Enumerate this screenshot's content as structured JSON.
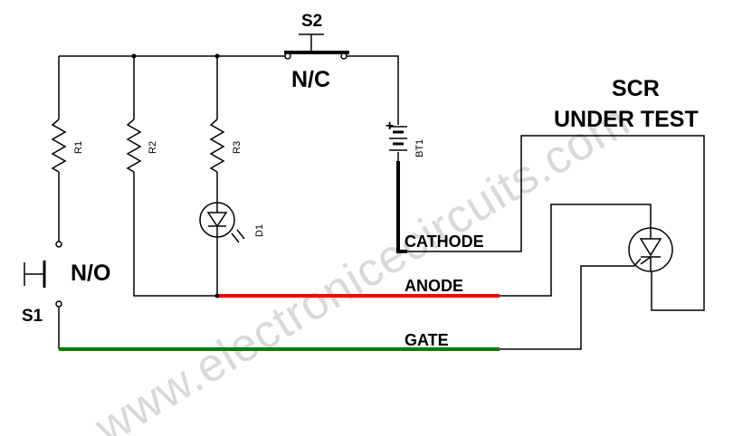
{
  "watermark": "www.electronicecircuits.com",
  "switch_s2": {
    "ref": "S2",
    "type": "N/C"
  },
  "switch_s1": {
    "ref": "S1",
    "type": "N/O"
  },
  "resistors": [
    "R1",
    "R2",
    "R3"
  ],
  "led": "D1",
  "battery": {
    "ref": "BT1",
    "polarity": "+"
  },
  "scr": {
    "line1": "SCR",
    "line2": "UNDER TEST"
  },
  "leads": {
    "cathode": "CATHODE",
    "anode": "ANODE",
    "gate": "GATE"
  },
  "colors": {
    "anode_wire": "#ff0000",
    "gate_wire": "#008000",
    "wire": "#000000",
    "watermark": "#d9d9d9"
  }
}
